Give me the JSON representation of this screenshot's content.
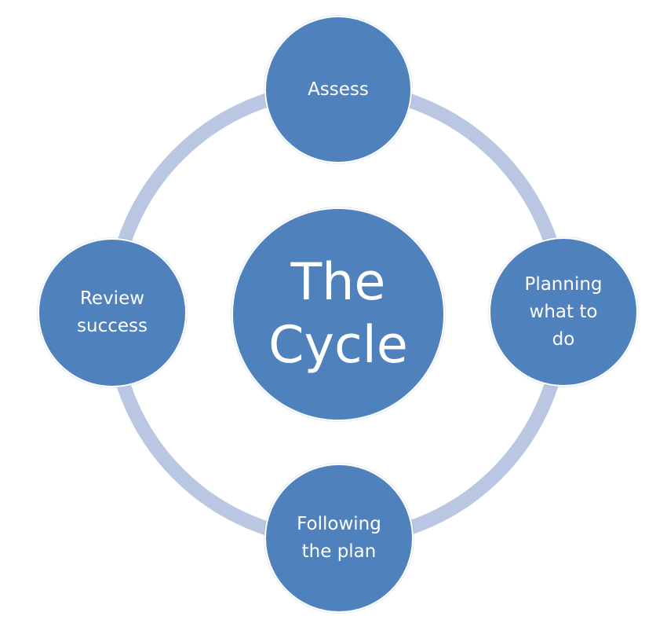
{
  "diagram": {
    "type": "cycle",
    "colors": {
      "node_fill": "#4f81bd",
      "ring": "#b9c7e2",
      "text": "#ffffff",
      "background": "#ffffff"
    },
    "center": {
      "label": "The\nCycle"
    },
    "stages": [
      {
        "id": "assess",
        "label": "Assess"
      },
      {
        "id": "planning",
        "label": "Planning\nwhat to\ndo"
      },
      {
        "id": "following",
        "label": "Following\nthe plan"
      },
      {
        "id": "review",
        "label": "Review\nsuccess"
      }
    ]
  }
}
